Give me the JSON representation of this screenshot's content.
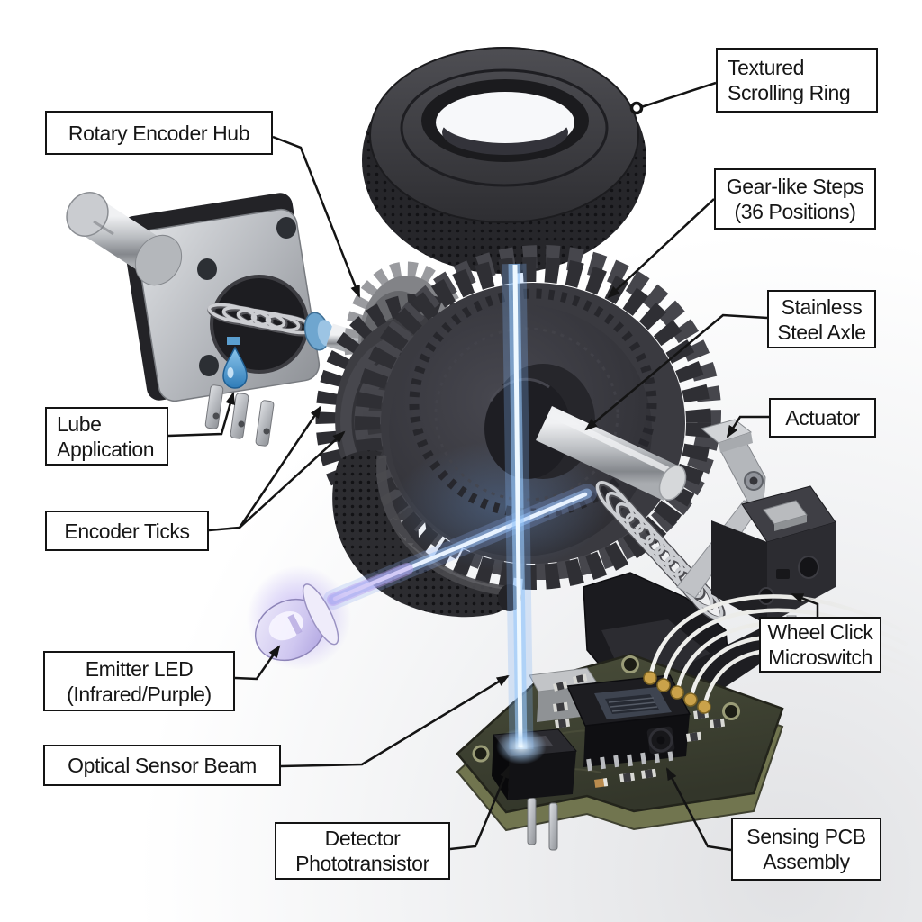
{
  "labels": {
    "textured_scrolling_ring": {
      "line1": "Textured",
      "line2": "Scrolling Ring"
    },
    "rotary_encoder_hub": {
      "line1": "Rotary Encoder Hub"
    },
    "gear_like_steps": {
      "line1": "Gear-like Steps",
      "line2": "(36 Positions)"
    },
    "stainless_steel_axle": {
      "line1": "Stainless",
      "line2": "Steel Axle"
    },
    "actuator": {
      "line1": "Actuator"
    },
    "lube_application": {
      "line1": "Lube",
      "line2": "Application"
    },
    "encoder_ticks": {
      "line1": "Encoder Ticks"
    },
    "emitter_led": {
      "line1": "Emitter LED",
      "line2": "(Infrared/Purple)"
    },
    "optical_sensor_beam": {
      "line1": "Optical Sensor Beam"
    },
    "detector_phototransistor": {
      "line1": "Detector",
      "line2": "Phototransistor"
    },
    "wheel_click_microswitch": {
      "line1": "Wheel Click",
      "line2": "Microswitch"
    },
    "sensing_pcb_assembly": {
      "line1": "Sensing PCB",
      "line2": "Assembly"
    }
  },
  "colors": {
    "background": "#ffffff",
    "label_border": "#141414",
    "part_dark": "#2b2b2e",
    "metal_silver": "#c3c5c9",
    "beam_blue": "#8ec6f7",
    "beam_core": "#eef7ff",
    "led_purple": "#b9a6e8",
    "lube_blue": "#4a9ad4",
    "pcb_olive": "#3c3f30",
    "pcb_edge": "#6f7252",
    "pad_gold": "#c9a24a"
  }
}
